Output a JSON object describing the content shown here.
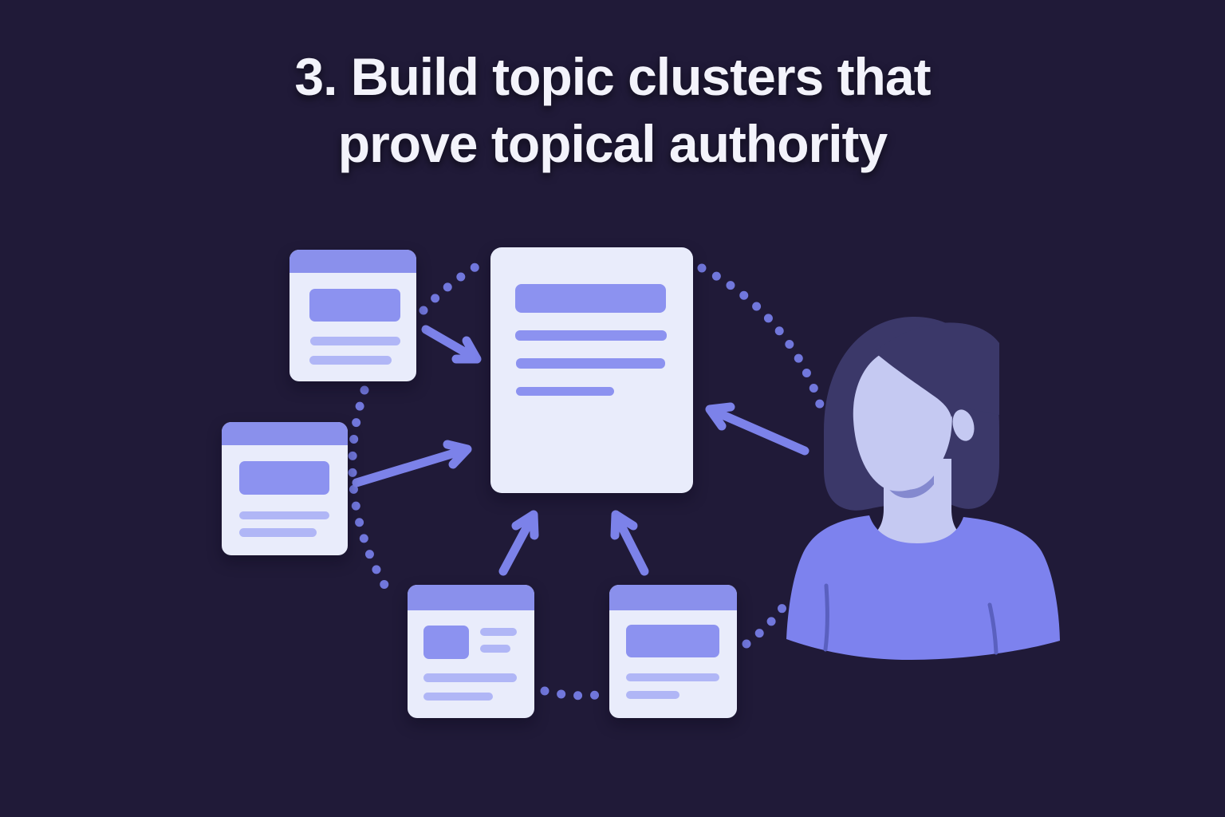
{
  "title": {
    "line1": "3. Build topic clusters that",
    "line2": "prove topical authority"
  },
  "diagram": {
    "pillar_page_card": "large central content page",
    "cluster_cards": [
      "top-left page",
      "middle-left page",
      "bottom-left page",
      "bottom-right page"
    ],
    "person": "author avatar",
    "link_arrows": 5,
    "connector_style": "dotted circle arcs"
  },
  "colors": {
    "background": "#201a38",
    "title": "#f3f3fb",
    "cardHeader": "#8a90ec",
    "cardBody": "#e9ecfb",
    "cardBlock": "#8c92f0",
    "cardLine": "#b0b6f6",
    "arrow": "#7c82e9",
    "dot": "#7177dc",
    "hairColor": "#3b3869",
    "faceColor": "#c5c9f2",
    "shirtColor": "#7d82ee",
    "seam": "#5a60bf",
    "neckShadow": "#8489cf"
  }
}
